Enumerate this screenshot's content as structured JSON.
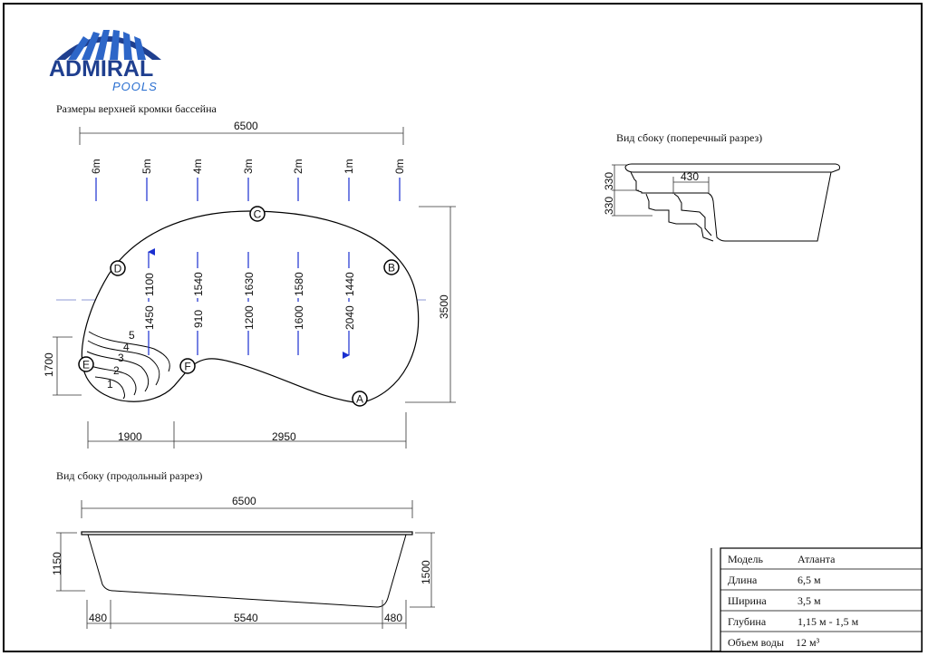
{
  "logo": {
    "brand": "ADMIRAL",
    "sub": "POOLS"
  },
  "plan": {
    "title": "Размеры верхней кромки бассейна",
    "length": "6500",
    "width": "3500",
    "left_width": "1700",
    "bottom_dims": [
      "1900",
      "2950"
    ],
    "stations": [
      "6m",
      "5m",
      "4m",
      "3m",
      "2m",
      "1m",
      "0m"
    ],
    "points": [
      "A",
      "B",
      "C",
      "D",
      "E",
      "F"
    ],
    "depths_top": [
      "1100",
      "1540",
      "1630",
      "1580",
      "1440"
    ],
    "depths_bottom": [
      "1450",
      "910",
      "1200",
      "1600",
      "2040"
    ],
    "steps": [
      "1",
      "2",
      "3",
      "4",
      "5"
    ]
  },
  "longitudinal": {
    "title": "Вид сбоку (продольный разрез)",
    "length": "6500",
    "depth_shallow": "1150",
    "depth_deep": "1500",
    "bottom_dims": [
      "480",
      "5540",
      "480"
    ]
  },
  "cross": {
    "title": "Вид сбоку (поперечный разрез)",
    "step_width": "430",
    "step_heights": [
      "330",
      "330"
    ]
  },
  "specs": {
    "rows": [
      {
        "label": "Модель",
        "value": "Атланта"
      },
      {
        "label": "Длина",
        "value": "6,5 м"
      },
      {
        "label": "Ширина",
        "value": "3,5 м"
      },
      {
        "label": "Глубина",
        "value": "1,15 м - 1,5 м"
      },
      {
        "label": "Объем воды",
        "value": "12 м³"
      }
    ]
  },
  "colors": {
    "brand": "#1f3f8f",
    "accent": "#2a6fd0",
    "arrows": "#1a2fd0"
  }
}
